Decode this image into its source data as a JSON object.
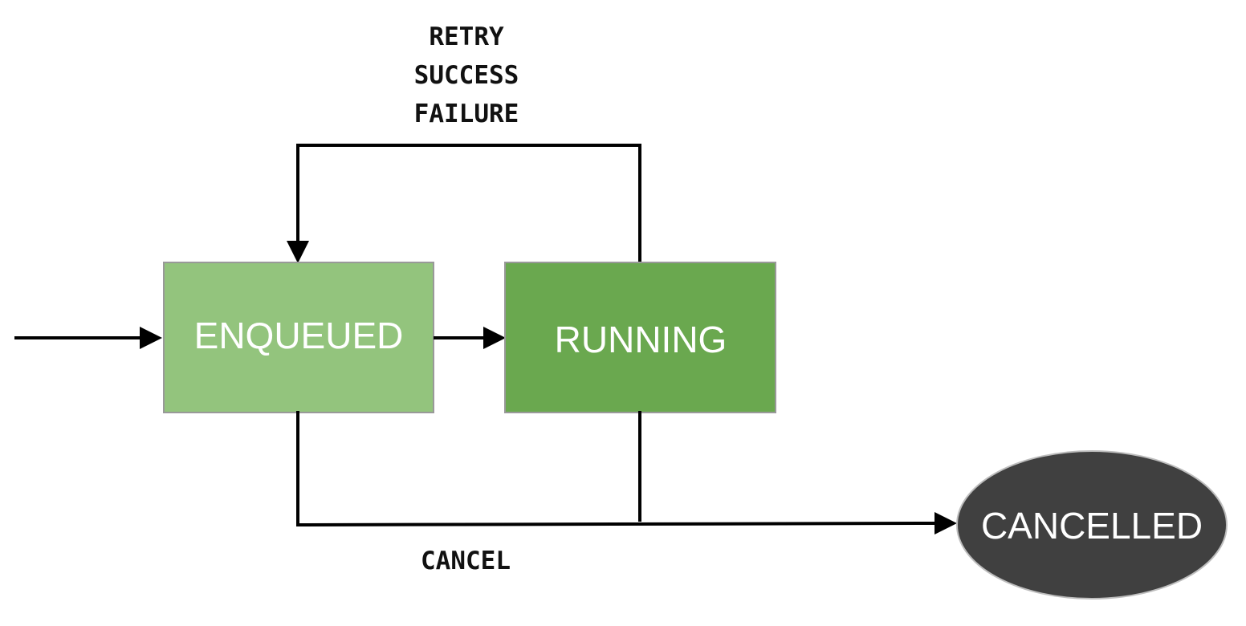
{
  "nodes": {
    "enqueued": {
      "label": "ENQUEUED",
      "color": "#93c47d"
    },
    "running": {
      "label": "RUNNING",
      "color": "#6aa84f"
    },
    "cancelled": {
      "label": "CANCELLED",
      "color": "#404040"
    }
  },
  "edge_labels": {
    "retry": "RETRY",
    "success": "SUCCESS",
    "failure": "FAILURE",
    "cancel": "CANCEL"
  },
  "colors": {
    "connector": "#000000",
    "node_border": "#999999",
    "cancelled_border": "#bdbdbd"
  }
}
